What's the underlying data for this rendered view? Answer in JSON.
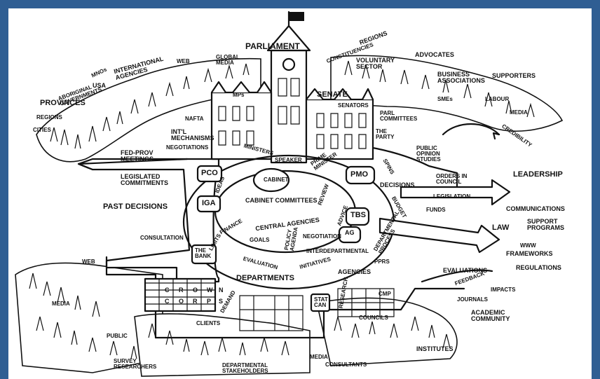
{
  "colors": {
    "frame": "#2f5e93",
    "background": "#ffffff",
    "ink": "#111111"
  },
  "labels": {
    "parliament": "PARLIAMENT",
    "constituencies": "CONSTITUENCIES",
    "regions_top": "REGIONS",
    "voluntary_sector": "VOLUNTARY SECTOR",
    "advocates": "ADVOCATES",
    "business_associations": "BUSINESS ASSOCIATIONS",
    "supporters": "SUPPORTERS",
    "labour": "LABOUR",
    "smes": "SMEs",
    "media_right": "MEDIA",
    "web_top": "WEB",
    "global_media": "GLOBAL MEDIA",
    "international_agencies": "INTERNATIONAL AGENCIES",
    "mnos": "MNOs",
    "usa": "USA",
    "aboriginal_governments": "ABORIGINAL GOVERNMENTS",
    "provinces": "PROVINCES",
    "regions_left": "REGIONS",
    "cities": "CITIES",
    "nafta": "NAFTA",
    "intl_mechanisms": "INT'L MECHANISMS",
    "negotiations": "NEGOTIATIONS",
    "fed_prov_meetings": "FED-PROV MEETINGS",
    "legislated_commitments": "LEGISLATED COMMITMENTS",
    "past_decisions": "PAST DECISIONS",
    "consultation": "CONSULTATION",
    "mps": "MPs",
    "senate": "SENATE",
    "senators": "SENATORS",
    "parl_committees": "PARL COMMITTEES",
    "the_party": "THE PARTY",
    "public_opinion_studies": "PUBLIC OPINION STUDIES",
    "credibility": "CREDIBILITY",
    "leadership": "LEADERSHIP",
    "communications": "COMMUNICATIONS",
    "support_programs": "SUPPORT PROGRAMS",
    "www": "WWW",
    "frameworks": "FRAMEWORKS",
    "regulations": "REGULATIONS",
    "law": "LAW",
    "orders_in_council": "ORDERS IN COUNCIL",
    "legislation": "LEGISLATION",
    "funds": "FUNDS",
    "decisions": "DECISIONS",
    "budget": "BUDGET",
    "ministers": "MINISTERS",
    "speaker": "SPEAKER",
    "prime_minister": "PRIME MINISTER",
    "pmo": "PMO",
    "spins": "SPINS",
    "pco": "PCO",
    "cabinet": "CABINET",
    "cabinet_committees": "CABINET COMMITTEES",
    "review": "REVIEW",
    "ideas": "IDEAS",
    "iga": "IGA",
    "tbs": "TBS",
    "advice": "ADVICE",
    "central_agencies": "CENTRAL AGENCIES",
    "finance": "FINANCE",
    "limits": "LIMITS",
    "goals": "GOALS",
    "policy_agenda": "POLICY AGENDA",
    "negotiation": "NEGOTIATION",
    "ag": "AG",
    "departmental_process": "DEPARTMENTAL PROCESS",
    "pprs": "PPRS",
    "the_bank": "THE BANK",
    "evaluation": "EVALUATION",
    "initiatives": "INITIATIVES",
    "interdepartmental": "INTERDEPARTMENTAL",
    "departments": "DEPARTMENTS",
    "agencies": "AGENCIES",
    "crown_corps": [
      "C",
      "R",
      "O",
      "W",
      "N",
      "C",
      "O",
      "R",
      "P",
      "S"
    ],
    "demand": "DEMAND",
    "stat_can": "STAT CAN",
    "research": "RESEARCH",
    "cmp": "CMP",
    "evaluations": "EVALUATIONS",
    "feedback": "FEEDBACK",
    "impacts": "IMPACTS",
    "journals": "JOURNALS",
    "academic_community": "ACADEMIC COMMUNITY",
    "councils": "COUNCILS",
    "institutes": "INSTITUTES",
    "web_left": "WEB",
    "media_left": "MEDIA",
    "clients": "CLIENTS",
    "public": "PUBLIC",
    "survey_researchers": "SURVEY RESEARCHERS",
    "departmental_stakeholders": "DEPARTMENTAL STAKEHOLDERS",
    "media_bottom": "MEDIA",
    "consultants": "CONSULTANTS"
  }
}
